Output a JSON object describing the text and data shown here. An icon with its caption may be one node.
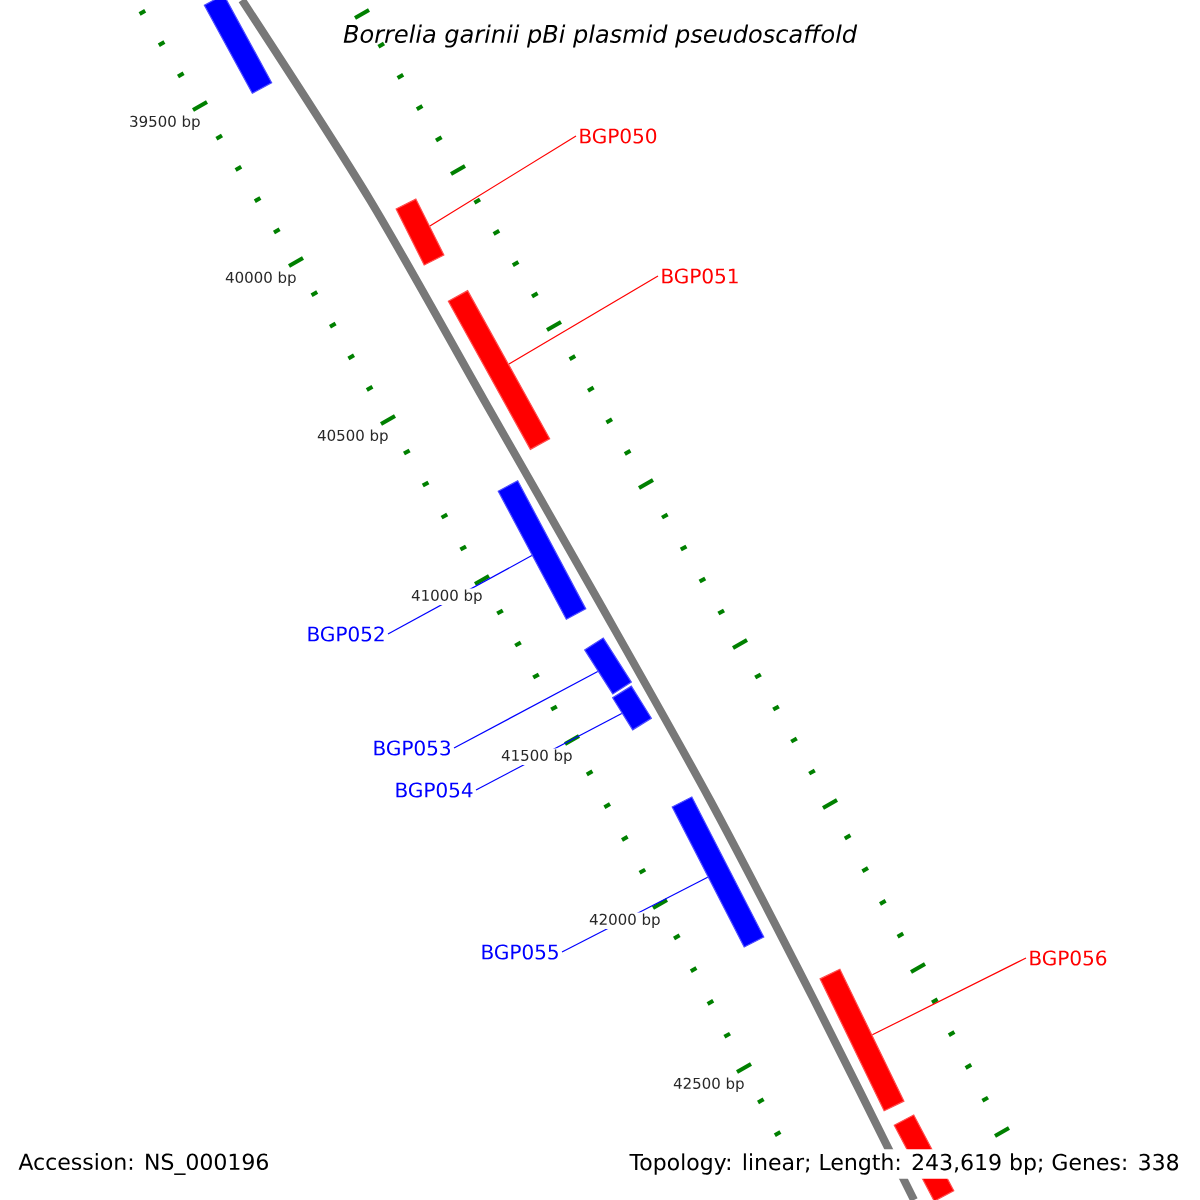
{
  "diagram": {
    "title": "Borrelia garinii pBi plasmid pseudoscaffold",
    "nodes": [
      {
        "text": [],
        "shape": "bar"
      },
      {
        "text": [
          "BGP050"
        ]
      },
      {
        "text": [],
        "shape": "bar"
      },
      {
        "text": [
          "BGP051"
        ]
      },
      {
        "text": [],
        "shape": "bar"
      },
      {
        "text": [
          "BGP052"
        ]
      },
      {
        "text": [],
        "shape": "bar"
      },
      {
        "text": [
          "BGP053"
        ]
      },
      {
        "text": [],
        "shape": "bar"
      },
      {
        "text": [
          "BGP054"
        ]
      },
      {
        "text": [],
        "shape": "bar"
      },
      {
        "text": [
          "BGP055"
        ]
      },
      {
        "text": [],
        "shape": "bar"
      },
      {
        "text": [
          "BGP056"
        ]
      },
      {
        "text": [],
        "shape": "bar"
      },
      {
        "text": [],
        "shape": "bar"
      }
    ],
    "edges": [
      {
        "from": 1,
        "to": 2,
        "arrow": "none",
        "color": "#ff0000"
      },
      {
        "from": 3,
        "to": 4,
        "arrow": "none",
        "color": "#ff0000"
      },
      {
        "from": 5,
        "to": 6,
        "arrow": "none"
      },
      {
        "from": 7,
        "to": 8,
        "arrow": "none"
      },
      {
        "from": 9,
        "to": 10,
        "arrow": "none"
      },
      {
        "from": 11,
        "to": 12,
        "arrow": "none"
      },
      {
        "from": 13,
        "to": 14,
        "arrow": "none",
        "color": "#ff0000"
      }
    ],
    "labels": [
      "39500 bp",
      "40000 bp",
      "40500 bp",
      "41000 bp",
      "41500 bp",
      "42000 bp",
      "42500 bp",
      "Accession: NS_000196",
      "Topology: linear; Length: 243,619 bp; Genes: 338"
    ]
  }
}
